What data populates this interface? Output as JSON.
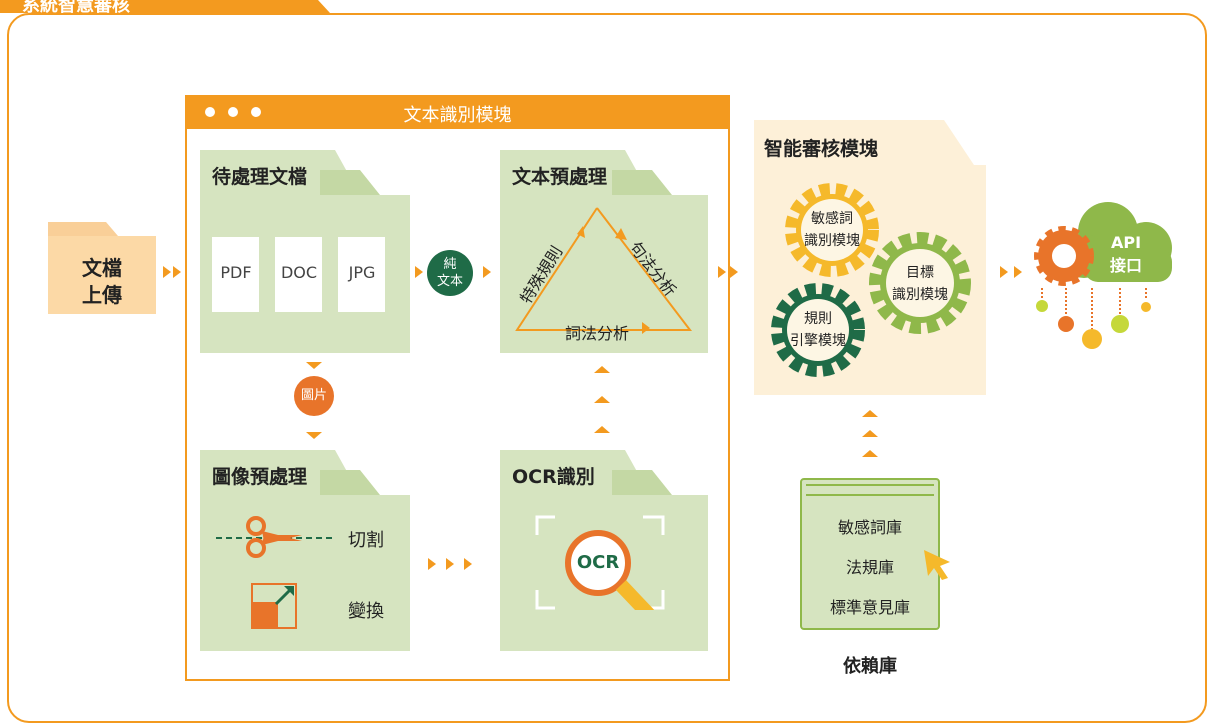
{
  "header": {
    "title": "系統智慧審核"
  },
  "upload": {
    "label_line1": "文檔",
    "label_line2": "上傳"
  },
  "module": {
    "title": "文本識別模塊"
  },
  "pending_docs": {
    "title": "待處理文檔",
    "types": [
      "PDF",
      "DOC",
      "JPG"
    ]
  },
  "plain_text_badge": {
    "line1": "純",
    "line2": "文本"
  },
  "preprocess_text": {
    "title": "文本預處理",
    "side_left": "特殊規則",
    "side_right": "句法分析",
    "side_bottom": "詞法分析"
  },
  "image_badge": {
    "label": "圖片"
  },
  "image_preprocess": {
    "title": "圖像預處理",
    "item_cut": "切割",
    "item_transform": "變換"
  },
  "ocr": {
    "title": "OCR識別",
    "magnifier_label": "OCR"
  },
  "audit_module": {
    "title": "智能審核模塊",
    "gear_sensitive": {
      "line1": "敏感詞",
      "line2": "識別模塊"
    },
    "gear_target": {
      "line1": "目標",
      "line2": "識別模塊"
    },
    "gear_rule": {
      "line1": "規則",
      "line2": "引擎模塊"
    }
  },
  "api": {
    "line1": "API",
    "line2": "接口"
  },
  "library": {
    "items": [
      "敏感詞庫",
      "法規庫",
      "標準意見庫"
    ],
    "caption": "依賴庫"
  },
  "colors": {
    "orange": "#f39a1f",
    "dark_orange": "#e8742a",
    "green_dark": "#1f6b47",
    "green_light": "#8fb84a",
    "gear_yellow": "#f5b92b",
    "panel_green": "#d6e4c0",
    "cream": "#fdf0d8"
  }
}
